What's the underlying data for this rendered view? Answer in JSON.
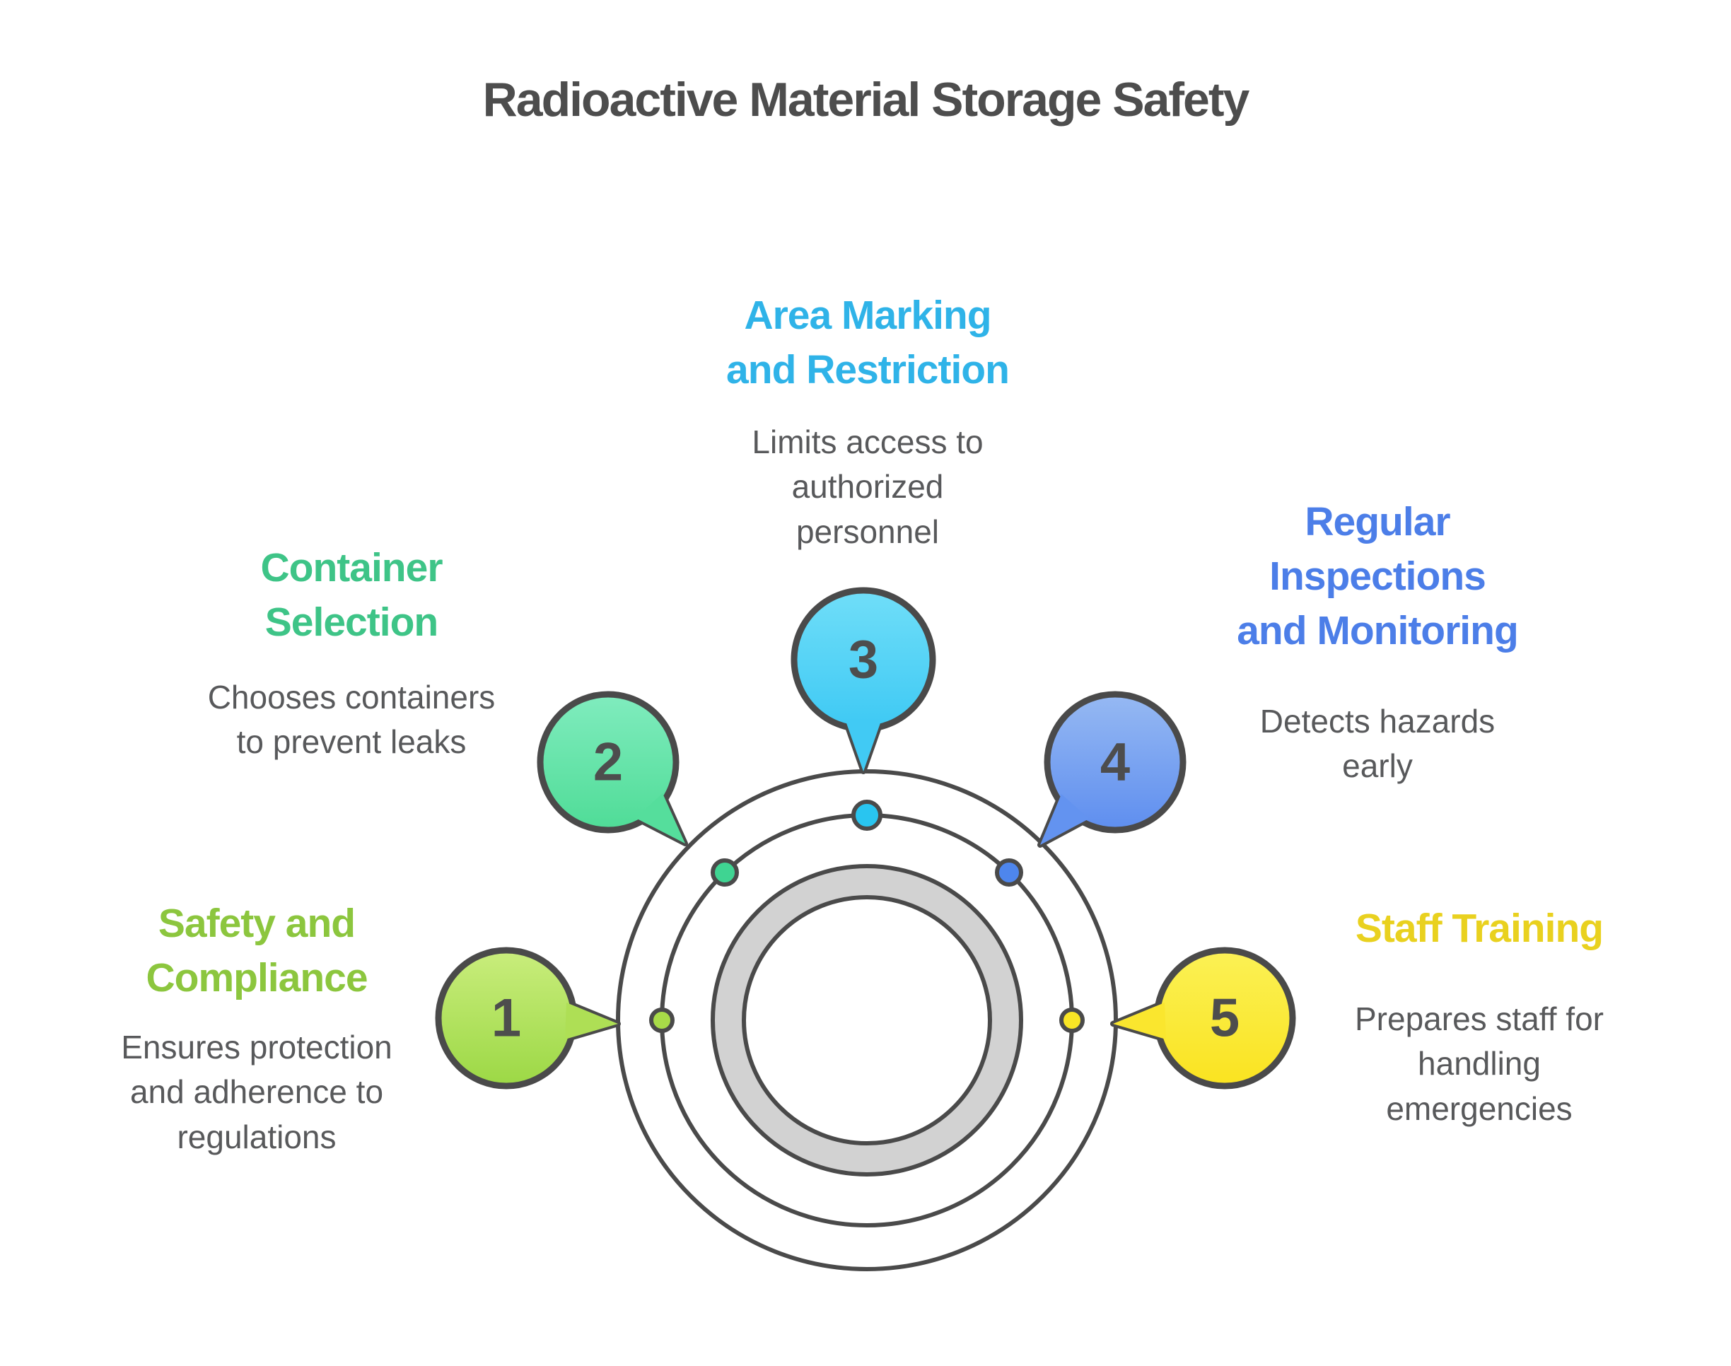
{
  "title": "Radioactive Material Storage Safety",
  "items": [
    {
      "number": "1",
      "heading": "Safety and\nCompliance",
      "description": "Ensures protection\nand adherence to\nregulations",
      "heading_color": "#8CC63E",
      "bubble_top": "#C9ED7C",
      "bubble_bottom": "#9CD845",
      "tail_color": "#AEDF55",
      "dot_color": "#A8DB48"
    },
    {
      "number": "2",
      "heading": "Container\nSelection",
      "description": "Chooses containers\nto prevent leaks",
      "heading_color": "#3EC487",
      "bubble_top": "#80ECBE",
      "bubble_bottom": "#4FDC97",
      "tail_color": "#55DE9C",
      "dot_color": "#3FD492"
    },
    {
      "number": "3",
      "heading": "Area Marking\nand Restriction",
      "description": "Limits access to\nauthorized\npersonnel",
      "heading_color": "#2FB3E8",
      "bubble_top": "#70DEF8",
      "bubble_bottom": "#3EC9F4",
      "tail_color": "#41CAF4",
      "dot_color": "#29C5F0"
    },
    {
      "number": "4",
      "heading": "Regular\nInspections\nand Monitoring",
      "description": "Detects hazards\nearly",
      "heading_color": "#4C7EE8",
      "bubble_top": "#96B9F3",
      "bubble_bottom": "#5E8EEF",
      "tail_color": "#6393F0",
      "dot_color": "#4E86ED"
    },
    {
      "number": "5",
      "heading": "Staff Training",
      "description": "Prepares staff for\nhandling\nemergencies",
      "heading_color": "#E9D11F",
      "bubble_top": "#FBF155",
      "bubble_bottom": "#FAE320",
      "tail_color": "#FAE62E",
      "dot_color": "#F9E525"
    }
  ],
  "colors": {
    "title": "#4D4D4D",
    "body_text": "#58595B",
    "outline": "#4A4A4A",
    "ring_gray": "#D2D2D2",
    "background": "#FFFFFF"
  }
}
